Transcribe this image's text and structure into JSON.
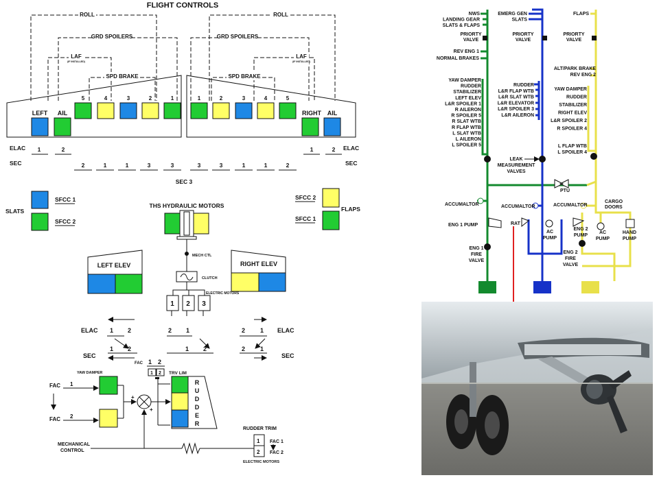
{
  "colors": {
    "blue": "#1e88e5",
    "green": "#22cc33",
    "yellow": "#ffff66",
    "green_sys": "#138a2e",
    "blue_sys": "#1632c8",
    "yellow_sys": "#e8e04a",
    "ram_line": "#e02020"
  },
  "flight_controls": {
    "title": "FLIGHT CONTROLS",
    "roll": "ROLL",
    "grd_spoilers": "GRD SPOILERS",
    "laf": "LAF",
    "laf_note": "(IF INSTALLED)",
    "spd_brake": "SPD BRAKE",
    "left": "LEFT",
    "right": "RIGHT",
    "ail": "AIL",
    "spoiler_numbers": [
      "5",
      "4",
      "3",
      "2",
      "1"
    ],
    "elac": "ELAC",
    "sec": "SEC",
    "sec3": "SEC 3",
    "elac_left": [
      "1",
      "2"
    ],
    "elac_right": [
      "1",
      "2"
    ],
    "sec_numbers": [
      "2",
      "1",
      "1",
      "3",
      "3",
      "3",
      "3",
      "1",
      "1",
      "2"
    ]
  },
  "slats_flaps": {
    "slats": "SLATS",
    "flaps": "FLAPS",
    "sfcc1": "SFCC 1",
    "sfcc2": "SFCC 2"
  },
  "ths": {
    "title": "THS HYDRAULIC MOTORS",
    "mech_ctl": "MECH CTL",
    "clutch": "CLUTCH",
    "electric_motors": "ELECTRIC MOTORS",
    "motors": [
      "1",
      "2",
      "3"
    ]
  },
  "elevators": {
    "left": "LEFT ELEV",
    "right": "RIGHT ELEV"
  },
  "elev_computers": {
    "elac": "ELAC",
    "sec": "SEC",
    "pairs": [
      [
        "1",
        "2"
      ],
      [
        "2",
        "1"
      ],
      [
        "2",
        "1"
      ]
    ]
  },
  "rudder": {
    "yaw_damper": "YAW DAMPER",
    "fac": "FAC",
    "fac1": "1",
    "fac2": "2",
    "fac_label": "FAC",
    "trv_lim": "TRV LIM",
    "trv_boxes": [
      "1",
      "2"
    ],
    "letters": [
      "R",
      "U",
      "D",
      "D",
      "E",
      "R"
    ],
    "mechanical": "MECHANICAL",
    "control": "CONTROL",
    "trim": "RUDDER TRIM",
    "trim_fac1": "FAC 1",
    "trim_fac2": "FAC 2",
    "trim_motors": "ELECTRIC MOTORS",
    "trim_boxes": [
      "1",
      "2"
    ]
  },
  "hydraulic": {
    "green_top": [
      "NWS",
      "LANDING GEAR",
      "SLATS & FLAPS"
    ],
    "priority_valve": [
      "PRIORTY",
      "VALVE"
    ],
    "green_mid": [
      "REV ENG 1",
      "NORMAL BRAKES"
    ],
    "green_users": [
      "YAW DAMPER",
      "RUDDER",
      "STABILIZER",
      "LEFT ELEV",
      "L&R SPOILER 1",
      "R AILERON",
      "R SPOILER 5",
      "R SLAT WTB",
      "R FLAP WTB",
      "L SLAT WTB",
      "L AILERON",
      "L SPOILER 5"
    ],
    "blue_top": [
      "EMERG GEN",
      "SLATS"
    ],
    "blue_users": [
      "RUDDER",
      "L&R FLAP WTB",
      "L&R SLAT WTB",
      "L&R ELEVATOR",
      "L&R SPOILER 3",
      "L&R AILERON"
    ],
    "yellow_top": [
      "FLAPS"
    ],
    "yellow_mid": [
      "ALT/PARK BRAKE",
      "REV ENG 2"
    ],
    "yellow_users": [
      "YAW DAMPER",
      "RUDDER",
      "STABILIZER",
      "RIGHT ELEV",
      "L&R SPOILER 2",
      "R SPOILER 4"
    ],
    "yellow_low": [
      "L FLAP WTB",
      "L SPOILER 4"
    ],
    "leak": [
      "LEAK",
      "MEASUREMENT",
      "VALVES"
    ],
    "ptu": "PTU",
    "accumulator": "ACCUMALTOR",
    "cargo": [
      "CARGO",
      "DOORS"
    ],
    "eng1_pump": "ENG 1 PUMP",
    "rat": "RAT",
    "ac_pump": [
      "AC",
      "PUMP"
    ],
    "eng2_pump": [
      "ENG 2",
      "PUMP"
    ],
    "hand_pump": [
      "HAND",
      "PUMP"
    ],
    "eng1_fire": [
      "ENG 1",
      "FIRE",
      "VALVE"
    ],
    "eng2_fire": [
      "ENG 2",
      "FIRE",
      "VALVE"
    ]
  }
}
